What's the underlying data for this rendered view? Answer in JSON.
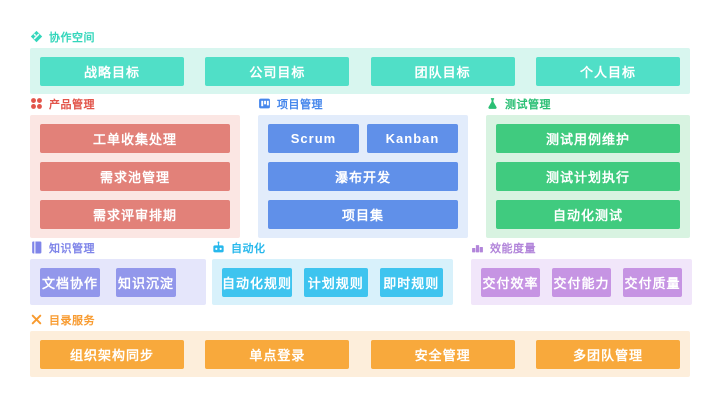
{
  "collaboration": {
    "label": "协作空间",
    "icon": "gem-icon",
    "accent": "#33d6bb",
    "panel_bg": "#d8f6ef",
    "button_bg": "#50dfc7",
    "items": [
      "战略目标",
      "公司目标",
      "团队目标",
      "个人目标"
    ]
  },
  "product": {
    "label": "产品管理",
    "icon": "dots-grid-icon",
    "accent": "#e2544a",
    "panel_bg": "#fbe6e3",
    "button_bg": "#e28179",
    "items": [
      "工单收集处理",
      "需求池管理",
      "需求评审排期"
    ]
  },
  "project": {
    "label": "项目管理",
    "icon": "kanban-board-icon",
    "accent": "#4687ec",
    "panel_bg": "#e2ecfb",
    "button_bg": "#6090e9",
    "items": [
      "Scrum",
      "Kanban",
      "瀑布开发",
      "项目集"
    ]
  },
  "test": {
    "label": "测试管理",
    "icon": "flask-icon",
    "accent": "#2abf74",
    "panel_bg": "#d8f3e1",
    "button_bg": "#40cb7f",
    "items": [
      "测试用例维护",
      "测试计划执行",
      "自动化测试"
    ]
  },
  "knowledge": {
    "label": "知识管理",
    "icon": "book-icon",
    "accent": "#7f85e9",
    "panel_bg": "#e5e6fb",
    "button_bg": "#9297eb",
    "items": [
      "文档协作",
      "知识沉淀"
    ]
  },
  "automation": {
    "label": "自动化",
    "icon": "robot-icon",
    "accent": "#27b8ec",
    "panel_bg": "#d8f1fb",
    "button_bg": "#3ec4ef",
    "items": [
      "自动化规则",
      "计划规则",
      "即时规则"
    ]
  },
  "metrics": {
    "label": "效能度量",
    "icon": "podium-chart-icon",
    "accent": "#b285da",
    "panel_bg": "#f1e6fa",
    "button_bg": "#c694e3",
    "items": [
      "交付效率",
      "交付能力",
      "交付质量"
    ]
  },
  "directory": {
    "label": "目录服务",
    "icon": "crossed-tools-icon",
    "accent": "#f89b30",
    "panel_bg": "#fdeedb",
    "button_bg": "#f8a93c",
    "items": [
      "组织架构同步",
      "单点登录",
      "安全管理",
      "多团队管理"
    ]
  }
}
